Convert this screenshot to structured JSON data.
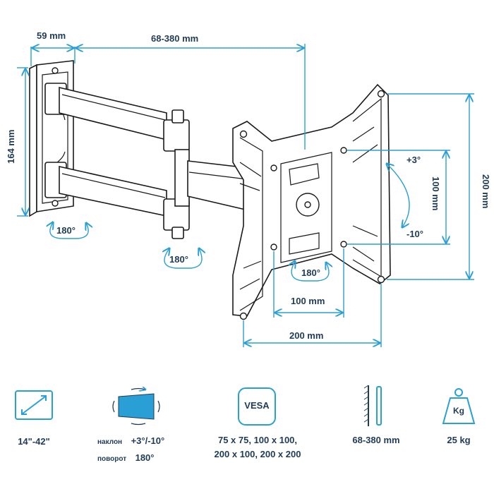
{
  "dimensions": {
    "wall_depth": "59 mm",
    "extension": "68-380 mm",
    "wall_height": "164 mm",
    "plate_width": "200 mm",
    "plate_inner_width": "100 mm",
    "plate_height": "200 mm",
    "plate_inner_height": "100 mm",
    "tilt_up": "+3°",
    "tilt_down": "-10°",
    "swivel_wall": "180°",
    "swivel_arm": "180°",
    "rotation_plate": "180°"
  },
  "features": {
    "screen_size": "14\"-42\"",
    "tilt_label": "наклон",
    "tilt_value": "+3°/-10°",
    "rotate_label": "поворот",
    "rotate_value": "180°",
    "vesa_badge": "VESA",
    "vesa_line1": "75 x 75, 100 x 100,",
    "vesa_line2": "200 x 100, 200 x 200",
    "distance": "68-380 mm",
    "load_badge": "Kg",
    "load": "25 kg"
  },
  "colors": {
    "accent": "#2a9fd6",
    "text": "#1f3b57",
    "line": "#1a1a1a"
  }
}
